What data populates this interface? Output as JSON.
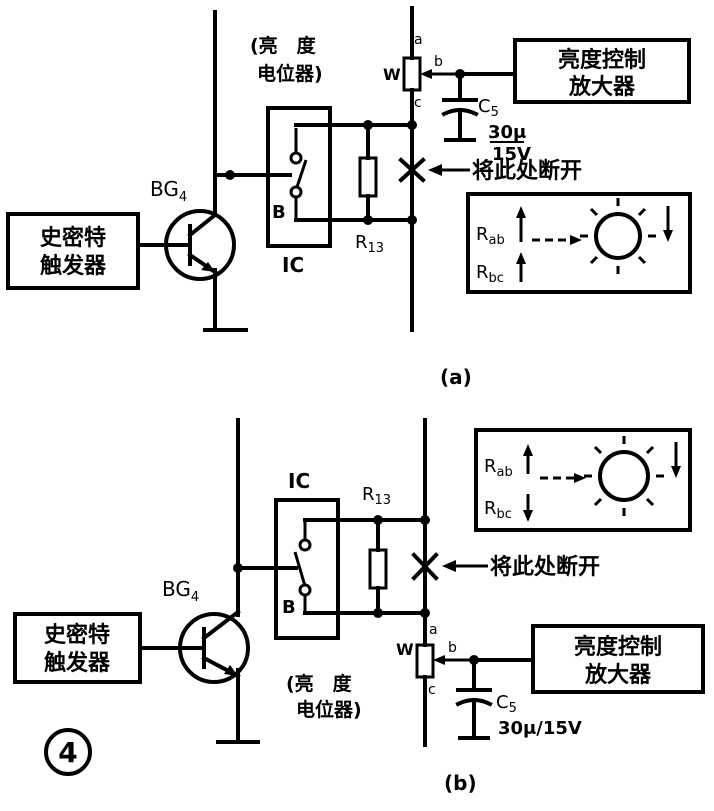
{
  "figure_number": "④",
  "panels": [
    {
      "id": "a",
      "caption": "(a)",
      "transistor": {
        "name": "BG",
        "sub": "4"
      },
      "trigger": [
        "史密特",
        "触发器"
      ],
      "ic_label": "IC",
      "switch_terminal": "B",
      "resistor": {
        "name": "R",
        "sub": "13"
      },
      "pot": {
        "line1": "(亮　度",
        "line2": "电位器)",
        "symbol": "W",
        "a": "a",
        "b": "b",
        "c": "c"
      },
      "amplifier": [
        "亮度控制",
        "放大器"
      ],
      "capacitor": {
        "name": "C",
        "sub": "5",
        "value_line1": "30μ",
        "value_line2": "15V"
      },
      "break_note": "将此处断开",
      "box": {
        "rab": "R",
        "rab_sub": "ab",
        "rbc": "R",
        "rbc_sub": "bc"
      }
    },
    {
      "id": "b",
      "caption": "(b)",
      "transistor": {
        "name": "BG",
        "sub": "4"
      },
      "trigger": [
        "史密特",
        "触发器"
      ],
      "ic_label": "IC",
      "switch_terminal": "B",
      "resistor": {
        "name": "R",
        "sub": "13"
      },
      "pot": {
        "line1": "(亮　度",
        "line2": "电位器)",
        "symbol": "W",
        "a": "a",
        "b": "b",
        "c": "c"
      },
      "amplifier": [
        "亮度控制",
        "放大器"
      ],
      "capacitor": {
        "name": "C",
        "sub": "5",
        "value": "30μ/15V"
      },
      "break_note": "将此处断开",
      "box": {
        "rab": "R",
        "rab_sub": "ab",
        "rbc": "R",
        "rbc_sub": "bc"
      }
    }
  ]
}
